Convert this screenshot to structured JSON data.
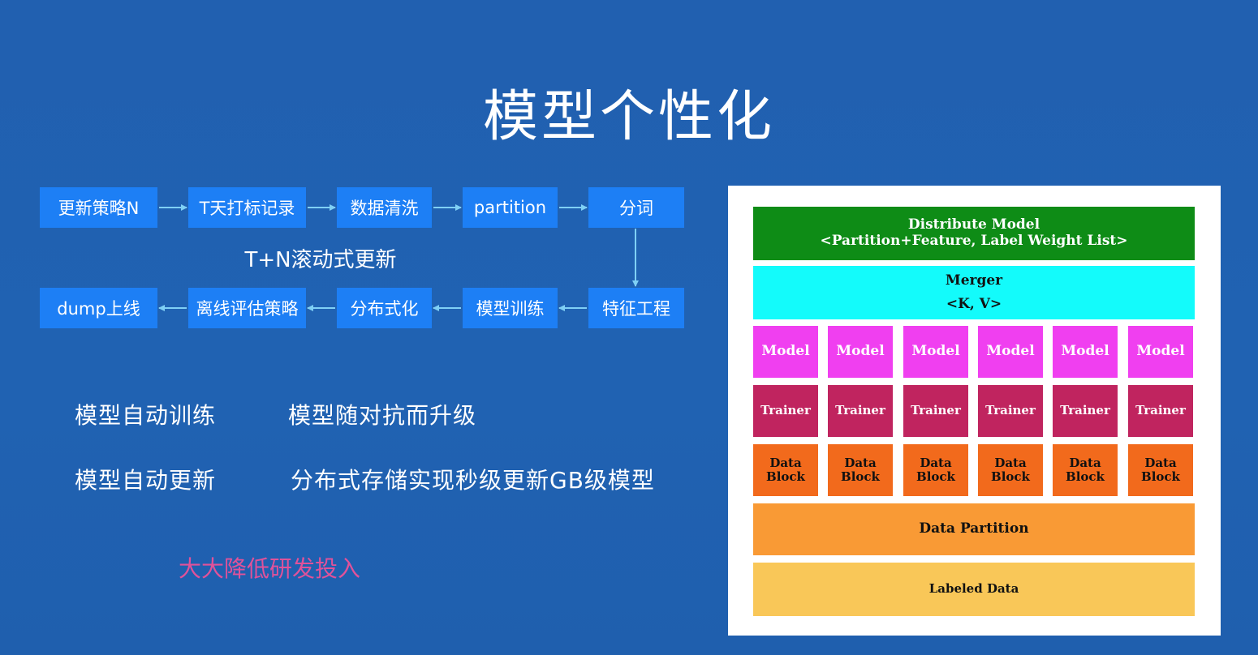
{
  "title": "模型个性化",
  "flow": {
    "top_row": [
      "更新策略N",
      "T天打标记录",
      "数据清洗",
      "partition",
      "分词"
    ],
    "bottom_row": [
      "dump上线",
      "离线评估策略",
      "分布式化",
      "模型训练",
      "特征工程"
    ],
    "caption": "T+N滚动式更新"
  },
  "features": {
    "row1_left": "模型自动训练",
    "row1_right": "模型随对抗而升级",
    "row2_left": "模型自动更新",
    "row2_right": "分布式存储实现秒级更新GB级模型"
  },
  "highlight": "大大降低研发投入",
  "diagram": {
    "distribute_line1": "Distribute Model",
    "distribute_line2": "<Partition+Feature, Label Weight List>",
    "merger_line1": "Merger",
    "merger_line2": "<K, V>",
    "model_label": "Model",
    "trainer_label": "Trainer",
    "datablock_line1": "Data",
    "datablock_line2": "Block",
    "data_partition": "Data Partition",
    "labeled_data": "Labeled Data",
    "colors": {
      "distribute": "#0e8c16",
      "merger": "#13fbfb",
      "model": "#f03ff0",
      "trainer": "#c0245f",
      "data_block": "#f26a1c",
      "data_partition": "#f99a35",
      "labeled_data": "#f9c758"
    }
  },
  "colors": {
    "background": "#2160b0",
    "flow_box": "#1d7ff5",
    "arrow": "#7fd0f5",
    "highlight": "#e0529a"
  }
}
